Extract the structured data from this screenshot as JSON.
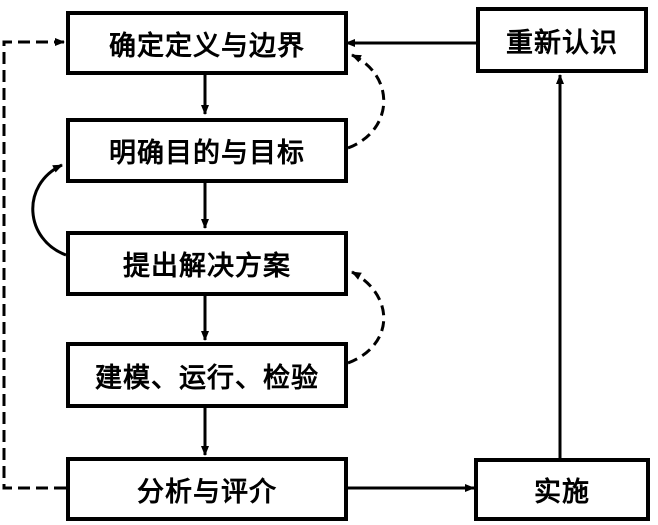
{
  "diagram": {
    "title": "",
    "nodes": [
      {
        "id": "define",
        "label": "确定定义与边界"
      },
      {
        "id": "goal",
        "label": "明确目的与目标"
      },
      {
        "id": "propose",
        "label": "提出解决方案"
      },
      {
        "id": "model",
        "label": "建模、运行、检验"
      },
      {
        "id": "analyze",
        "label": "分析与评介"
      },
      {
        "id": "recognize",
        "label": "重新认识"
      },
      {
        "id": "implement",
        "label": "实施"
      }
    ],
    "edges": [
      {
        "from": "define",
        "to": "goal",
        "style": "solid"
      },
      {
        "from": "goal",
        "to": "propose",
        "style": "solid"
      },
      {
        "from": "propose",
        "to": "model",
        "style": "solid"
      },
      {
        "from": "model",
        "to": "analyze",
        "style": "solid"
      },
      {
        "from": "analyze",
        "to": "implement",
        "style": "solid"
      },
      {
        "from": "implement",
        "to": "recognize",
        "style": "solid"
      },
      {
        "from": "recognize",
        "to": "define",
        "style": "solid"
      },
      {
        "from": "goal",
        "to": "define",
        "style": "dashed"
      },
      {
        "from": "propose",
        "to": "goal",
        "style": "solid-curve"
      },
      {
        "from": "model",
        "to": "propose",
        "style": "dashed"
      },
      {
        "from": "analyze",
        "to": "define",
        "style": "dashed"
      }
    ]
  }
}
